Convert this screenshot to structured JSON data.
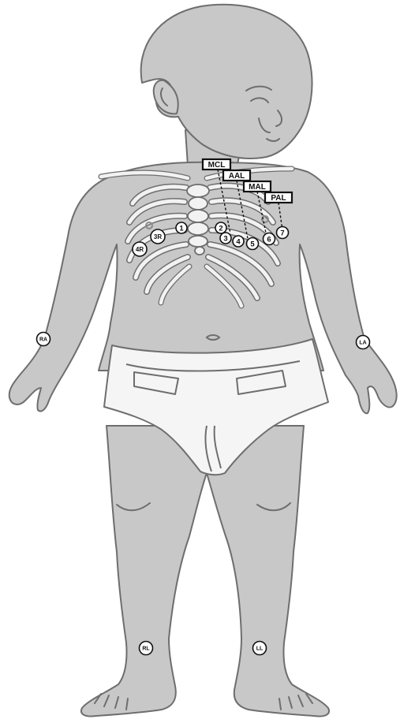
{
  "diagram": {
    "reference_lines": [
      {
        "id": "mcl",
        "label": "MCL"
      },
      {
        "id": "aal",
        "label": "AAL"
      },
      {
        "id": "mal",
        "label": "MAL"
      },
      {
        "id": "pal",
        "label": "PAL"
      }
    ],
    "chest_electrodes": [
      {
        "id": "v1",
        "label": "1"
      },
      {
        "id": "v2",
        "label": "2"
      },
      {
        "id": "v3",
        "label": "3"
      },
      {
        "id": "v4",
        "label": "4"
      },
      {
        "id": "v5",
        "label": "5"
      },
      {
        "id": "v6",
        "label": "6"
      },
      {
        "id": "v7",
        "label": "7"
      },
      {
        "id": "v3r",
        "label": "3R"
      },
      {
        "id": "v4r",
        "label": "4R"
      }
    ],
    "limb_electrodes": [
      {
        "id": "ra",
        "label": "RA"
      },
      {
        "id": "la",
        "label": "LA"
      },
      {
        "id": "rl",
        "label": "RL"
      },
      {
        "id": "ll",
        "label": "LL"
      }
    ],
    "colors": {
      "skin": "#c8c8c8",
      "outline": "#6e6e6e",
      "bone": "#f2f2f2",
      "diaper": "#f5f5f5",
      "ink": "#111111"
    }
  }
}
